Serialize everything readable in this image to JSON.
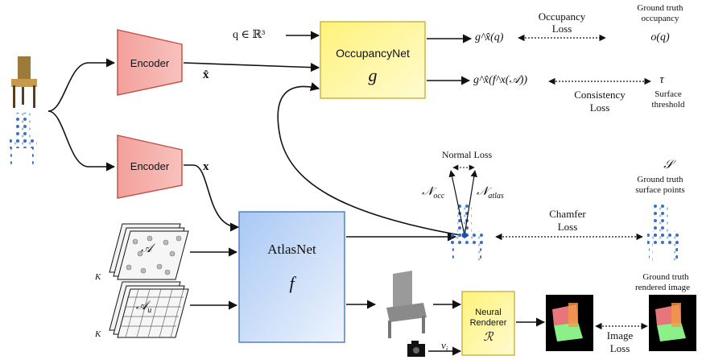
{
  "inputs": {
    "encoder_top_label": "Encoder",
    "encoder_bottom_label": "Encoder",
    "latent_hat_x": "x̂",
    "latent_x": "x"
  },
  "occupancy_net": {
    "name": "OccupancyNet",
    "symbol": "g",
    "query_input": "q ∈ ℝ³"
  },
  "atlas_net": {
    "name": "AtlasNet",
    "symbol": "f",
    "atlas_A": "𝒜",
    "atlas_Au": "𝒜",
    "atlas_Au_sub": "u",
    "k_top": "K",
    "k_bottom": "K"
  },
  "outputs": {
    "occupancy_pred": "g^x̂(q)",
    "consistency_pred": "g^x̂(f^x(𝒜))",
    "occupancy_loss": [
      "Occupancy",
      "Loss"
    ],
    "consistency_loss": [
      "Consistency",
      "Loss"
    ],
    "gt_occupancy_label": [
      "Ground truth",
      "occupancy"
    ],
    "gt_occupancy_symbol": "o(q)",
    "tau_symbol": "τ",
    "surface_threshold": [
      "Surface",
      "threshold"
    ]
  },
  "normals": {
    "normal_loss": "Normal Loss",
    "n_occ": "𝒩",
    "n_occ_sub": "occ",
    "n_atlas": "𝒩",
    "n_atlas_sub": "atlas"
  },
  "chamfer": {
    "loss": [
      "Chamfer",
      "Loss"
    ],
    "gt_symbol": "𝒮",
    "gt_label": [
      "Ground truth",
      "surface points"
    ]
  },
  "renderer": {
    "name": [
      "Neural",
      "Renderer"
    ],
    "symbol": "ℛ",
    "view_symbol": "v",
    "view_sub": "i",
    "image_loss": [
      "Image",
      "Loss"
    ],
    "gt_rendered": [
      "Ground truth",
      "rendered image"
    ]
  },
  "colors": {
    "encoder_fill": "#f3a09b",
    "occupancy_fill": "#fff59a",
    "atlas_fill": "#bcd5f7",
    "renderer_fill": "#fff59a",
    "point_blue": "#1f4fa8"
  }
}
